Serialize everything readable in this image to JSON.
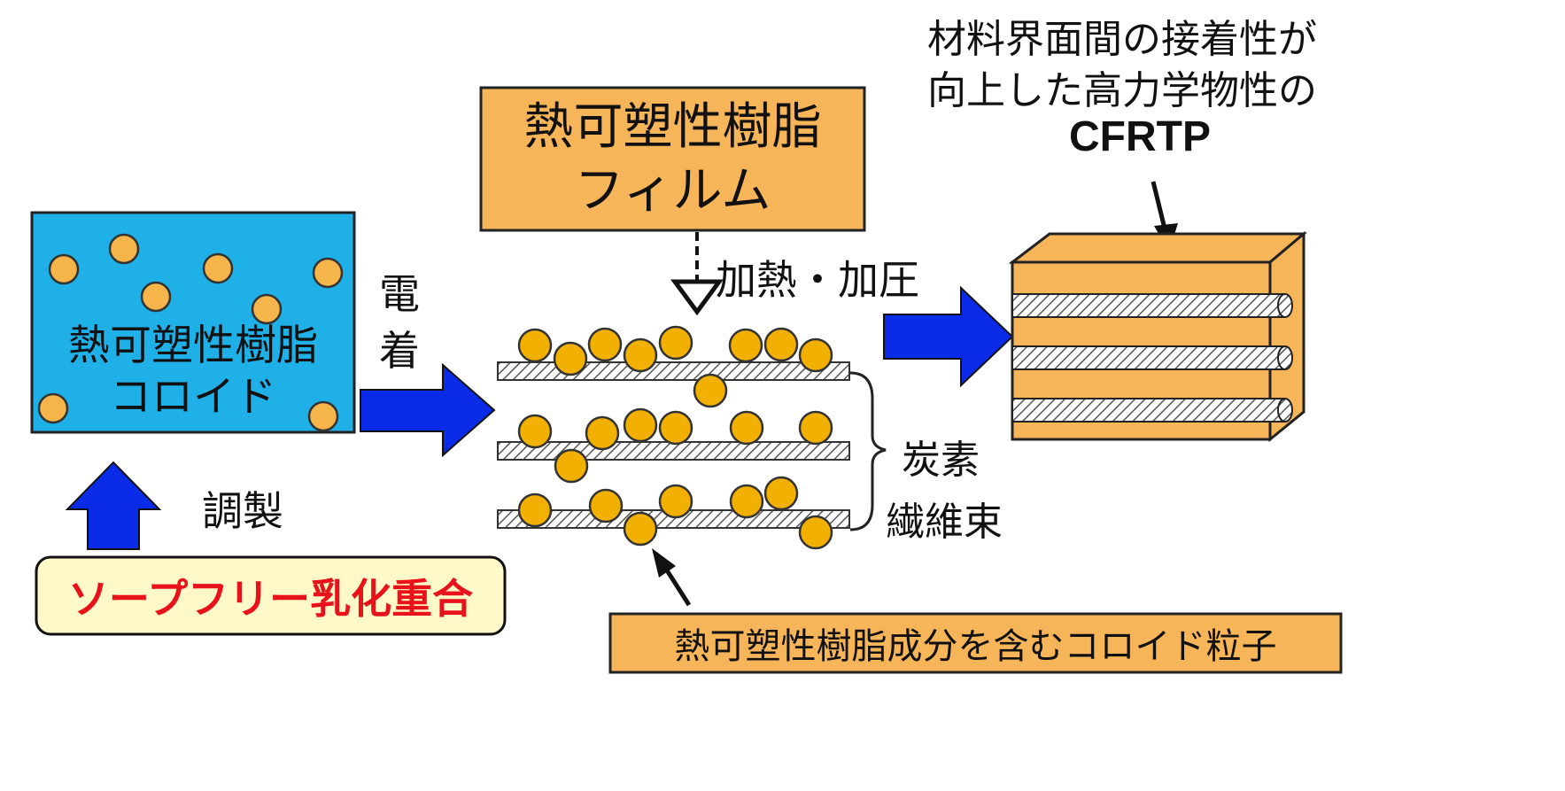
{
  "colloid_box": {
    "line1": "熱可塑性樹脂",
    "line2": "コロイド",
    "fill": "#1EB0E6",
    "particle_color": "#F5B54A"
  },
  "process": {
    "prep_label": "調製",
    "polymerization_label": "ソープフリー乳化重合",
    "polymerization_color": "#E8131A",
    "polymerization_bg": "#FFF8C8",
    "deposition_label_1": "電",
    "deposition_label_2": "着"
  },
  "film_box": {
    "line1": "熱可塑性樹脂",
    "line2": "フィルム",
    "fill": "#F7B55A"
  },
  "heat_press_label": "加熱・加圧",
  "fiber": {
    "label_line1": "炭素",
    "label_line2": "繊維束",
    "particle_color": "#F2B000"
  },
  "particle_caption": "熱可塑性樹脂成分を含むコロイド粒子",
  "product": {
    "caption_line1": "材料界面間の接着性が",
    "caption_line2": "向上した高力学物性の",
    "caption_line3": "CFRTP",
    "resin_color": "#F7B55A"
  },
  "arrow_color": "#0A2BE8"
}
